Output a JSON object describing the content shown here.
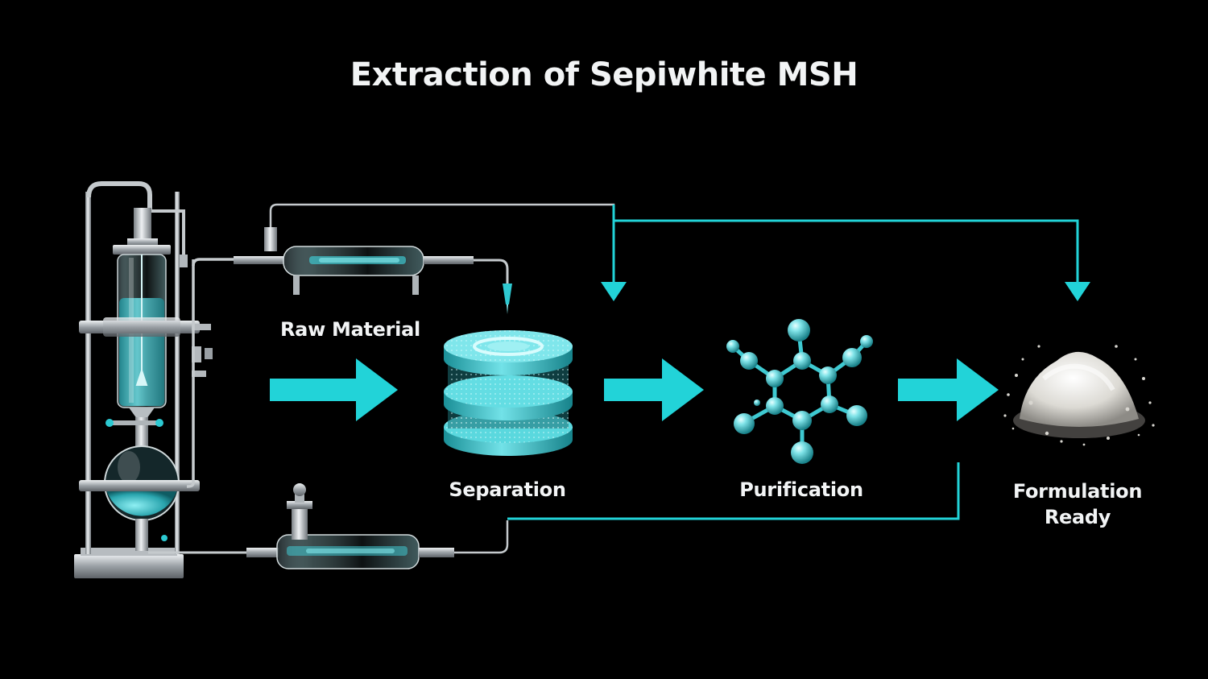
{
  "title": "Extraction of Sepiwhite MSH",
  "stages": {
    "raw_material": "Raw Material",
    "separation": "Separation",
    "purification": "Purification",
    "formulation": "Formulation Ready"
  },
  "colors": {
    "background": "#000000",
    "accent": "#22d3d8",
    "glass_liquid": "#3fc6cf",
    "metal": "#c9ced3",
    "text": "#f2f4f5",
    "powder": "#e6e4df"
  },
  "icons": {
    "apparatus": "distillation-apparatus-icon",
    "separation": "filter-discs-icon",
    "purification": "molecule-icon",
    "formulation": "powder-pile-icon"
  }
}
